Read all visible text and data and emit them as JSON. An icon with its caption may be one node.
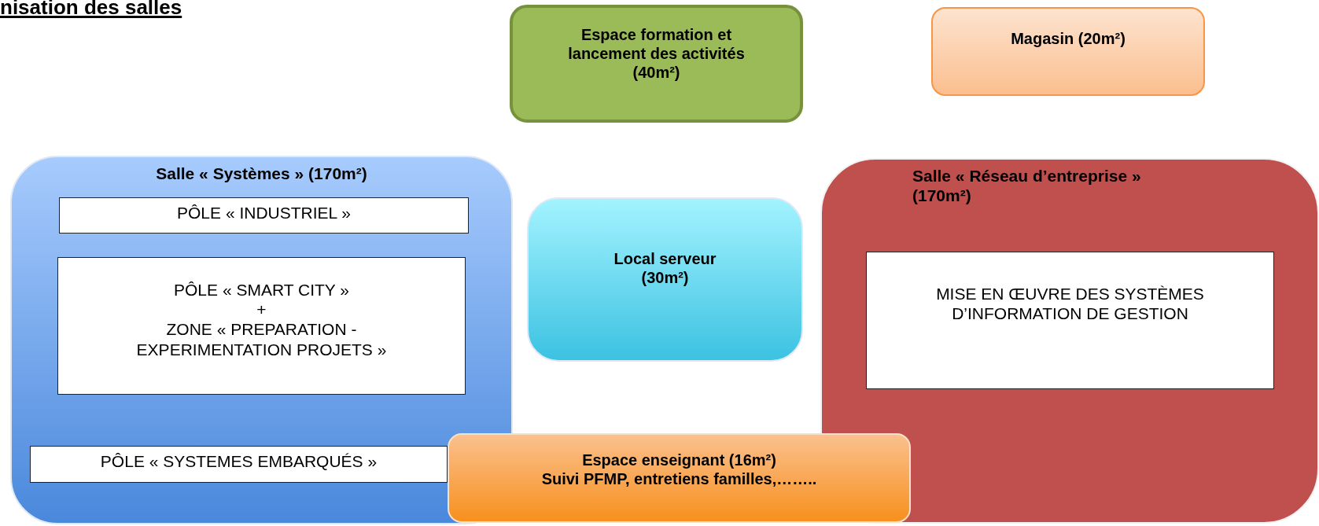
{
  "diagram": {
    "title": "nisation des salles",
    "nodes": [
      {
        "text": [
          "Espace formation et lancement des activités (40m²)"
        ]
      },
      {
        "text": [
          "Magasin (20m²)"
        ]
      },
      {
        "text": [
          "Salle « Systèmes » (170m²)"
        ]
      },
      {
        "text": [
          "PÔLE « INDUSTRIEL »"
        ],
        "in": 2
      },
      {
        "text": [
          "PÔLE « SMART CITY »",
          "+",
          "ZONE « PREPARATION - EXPERIMENTATION PROJETS »"
        ],
        "in": 2
      },
      {
        "text": [
          "PÔLE « SYSTEMES EMBARQUÉS »"
        ],
        "in": 2
      },
      {
        "text": [
          "Local serveur (30m²)"
        ]
      },
      {
        "text": [
          "Salle « Réseau d’entreprise » (170m²)"
        ]
      },
      {
        "text": [
          "MISE EN ŒUVRE DES SYSTÈMES D’INFORMATION DE GESTION"
        ],
        "in": 7
      },
      {
        "text": [
          "Espace enseignant (16m²)",
          "Suivi PFMP, entretiens familles,…….."
        ]
      }
    ],
    "edges": []
  }
}
